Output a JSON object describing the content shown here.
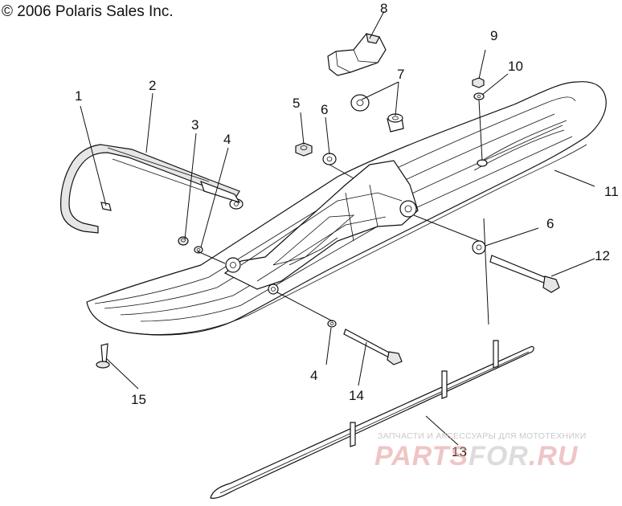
{
  "header": {
    "copyright": "© 2006 Polaris Sales Inc."
  },
  "watermark": {
    "subtitle": "ЗАПЧАСТИ И АКСЕССУАРЫ ДЛЯ МОТОТЕХНИКИ",
    "logo_left": "PARTS",
    "logo_mid": "FOR",
    "logo_right": ".RU"
  },
  "callouts": [
    {
      "id": "callout-1",
      "label": "1"
    },
    {
      "id": "callout-2",
      "label": "2"
    },
    {
      "id": "callout-3",
      "label": "3"
    },
    {
      "id": "callout-4a",
      "label": "4"
    },
    {
      "id": "callout-4b",
      "label": "4"
    },
    {
      "id": "callout-5",
      "label": "5"
    },
    {
      "id": "callout-6a",
      "label": "6"
    },
    {
      "id": "callout-6b",
      "label": "6"
    },
    {
      "id": "callout-7",
      "label": "7"
    },
    {
      "id": "callout-8",
      "label": "8"
    },
    {
      "id": "callout-9",
      "label": "9"
    },
    {
      "id": "callout-10",
      "label": "10"
    },
    {
      "id": "callout-11",
      "label": "11"
    },
    {
      "id": "callout-12",
      "label": "12"
    },
    {
      "id": "callout-13",
      "label": "13"
    },
    {
      "id": "callout-14",
      "label": "14"
    },
    {
      "id": "callout-15",
      "label": "15"
    }
  ]
}
